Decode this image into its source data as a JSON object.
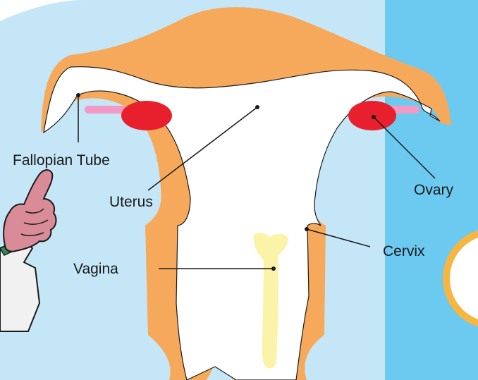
{
  "labels": {
    "fallopian_tube": "Fallopian Tube",
    "uterus": "Uterus",
    "ovary": "Ovary",
    "cervix": "Cervix",
    "vagina": "Vagina"
  },
  "colors": {
    "background": "#c5e6f7",
    "right_panel": "#6ccaf0",
    "tissue": "#f6a95a",
    "cavity": "#ffffff",
    "ovary": "#e81f2c",
    "ligament": "#f29ac4",
    "vaginal_canal": "#fbf3a8",
    "sleeve": "#e9f4f8",
    "hand_skin": "#d98c98",
    "outline": "#1a1a1a"
  },
  "icons": {
    "pointing_hand": "pointing-hand-icon",
    "badge": "orange-circle-badge"
  }
}
